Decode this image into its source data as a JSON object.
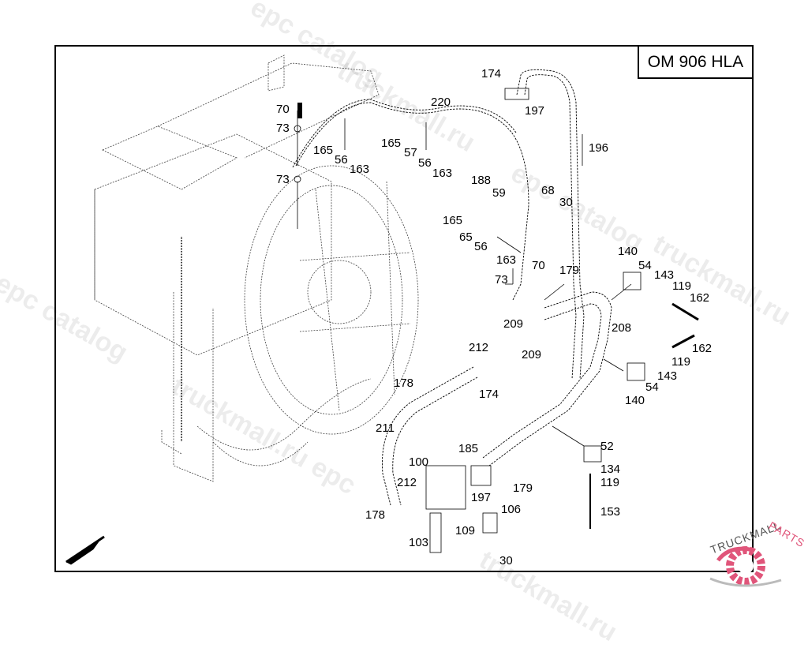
{
  "diagram": {
    "title": "OM 906 HLA",
    "watermarks": [
      "epc catalog",
      "truckmall.ru",
      "truckmall.ru epc catalog",
      "l epc catalog",
      "truckmall.ru epc",
      "truckmall.ru"
    ],
    "logo": {
      "text_left": "TRUCKMALL",
      "text_right": "PARTS",
      "accent_color": "#e0557a"
    },
    "callouts": [
      {
        "id": "c1",
        "label": "70"
      },
      {
        "id": "c2",
        "label": "73"
      },
      {
        "id": "c3",
        "label": "73"
      },
      {
        "id": "c4",
        "label": "165"
      },
      {
        "id": "c5",
        "label": "56"
      },
      {
        "id": "c6",
        "label": "163"
      },
      {
        "id": "c7",
        "label": "220"
      },
      {
        "id": "c8",
        "label": "165"
      },
      {
        "id": "c9",
        "label": "57"
      },
      {
        "id": "c10",
        "label": "56"
      },
      {
        "id": "c11",
        "label": "163"
      },
      {
        "id": "c12",
        "label": "174"
      },
      {
        "id": "c13",
        "label": "197"
      },
      {
        "id": "c14",
        "label": "196"
      },
      {
        "id": "c15",
        "label": "188"
      },
      {
        "id": "c16",
        "label": "59"
      },
      {
        "id": "c17",
        "label": "68"
      },
      {
        "id": "c18",
        "label": "30"
      },
      {
        "id": "c19",
        "label": "165"
      },
      {
        "id": "c20",
        "label": "65"
      },
      {
        "id": "c21",
        "label": "56"
      },
      {
        "id": "c22",
        "label": "163"
      },
      {
        "id": "c23",
        "label": "70"
      },
      {
        "id": "c24",
        "label": "73"
      },
      {
        "id": "c25",
        "label": "179"
      },
      {
        "id": "c26",
        "label": "209"
      },
      {
        "id": "c27",
        "label": "140"
      },
      {
        "id": "c28",
        "label": "54"
      },
      {
        "id": "c29",
        "label": "143"
      },
      {
        "id": "c30",
        "label": "119"
      },
      {
        "id": "c31",
        "label": "162"
      },
      {
        "id": "c32",
        "label": "208"
      },
      {
        "id": "c33",
        "label": "162"
      },
      {
        "id": "c34",
        "label": "119"
      },
      {
        "id": "c35",
        "label": "143"
      },
      {
        "id": "c36",
        "label": "54"
      },
      {
        "id": "c37",
        "label": "140"
      },
      {
        "id": "c38",
        "label": "212"
      },
      {
        "id": "c39",
        "label": "209"
      },
      {
        "id": "c40",
        "label": "178"
      },
      {
        "id": "c41",
        "label": "174"
      },
      {
        "id": "c42",
        "label": "211"
      },
      {
        "id": "c43",
        "label": "52"
      },
      {
        "id": "c44",
        "label": "185"
      },
      {
        "id": "c45",
        "label": "100"
      },
      {
        "id": "c46",
        "label": "134"
      },
      {
        "id": "c47",
        "label": "119"
      },
      {
        "id": "c48",
        "label": "212"
      },
      {
        "id": "c49",
        "label": "179"
      },
      {
        "id": "c50",
        "label": "197"
      },
      {
        "id": "c51",
        "label": "153"
      },
      {
        "id": "c52",
        "label": "106"
      },
      {
        "id": "c53",
        "label": "178"
      },
      {
        "id": "c54",
        "label": "109"
      },
      {
        "id": "c55",
        "label": "103"
      },
      {
        "id": "c56",
        "label": "30"
      }
    ]
  }
}
